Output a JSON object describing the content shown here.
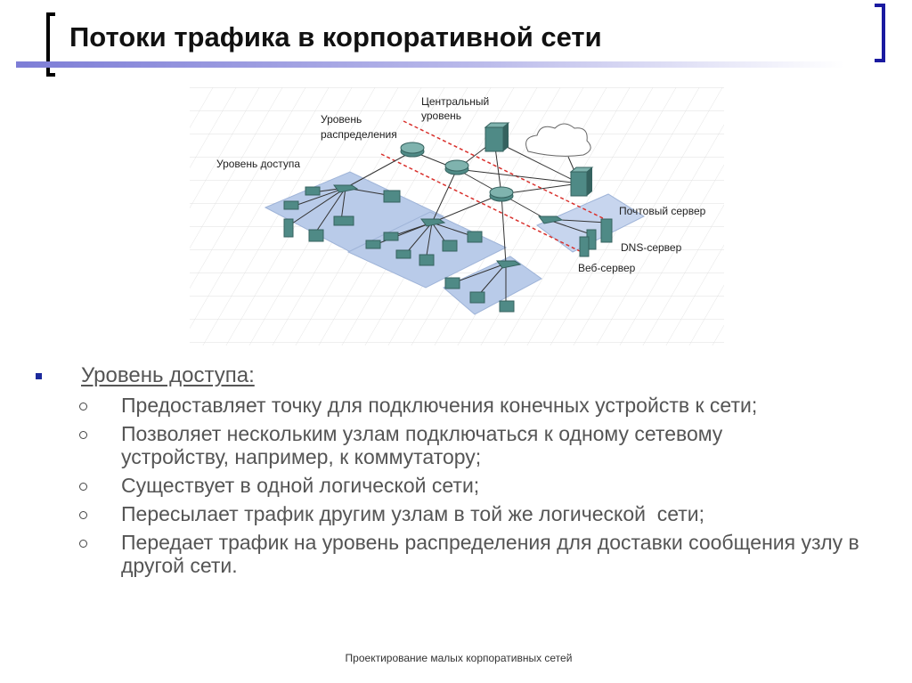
{
  "title": "Потоки трафика в корпоративной сети",
  "diagram": {
    "labels": {
      "core_line1": "Центральный",
      "core_line2": "уровень",
      "distribution_line1": "Уровень",
      "distribution_line2": "распределения",
      "access": "Уровень доступа",
      "mail_server": "Почтовый сервер",
      "dns_server": "DNS-сервер",
      "web_server": "Веб-сервер"
    },
    "colors": {
      "device": "#4f8a86",
      "device_dark": "#35625f",
      "platform": "#b9cbe9",
      "link": "#333333",
      "boundary": "#d9302c",
      "grid": "#e2e2e2"
    }
  },
  "content": {
    "heading": "Уровень доступа:",
    "items": [
      "Предоставляет точку для подключения конечных устройств к сети;",
      "Позволяет нескольким узлам подключаться к одному сетевому устройству, например, к коммутатору;",
      "Существует в одной логической сети;",
      "Пересылает трафик другим узлам в той же логической  сети;",
      "Передает трафик на уровень распределения для доставки сообщения узлу в другой сети."
    ]
  },
  "footer": "Проектирование малых корпоративных сетей"
}
